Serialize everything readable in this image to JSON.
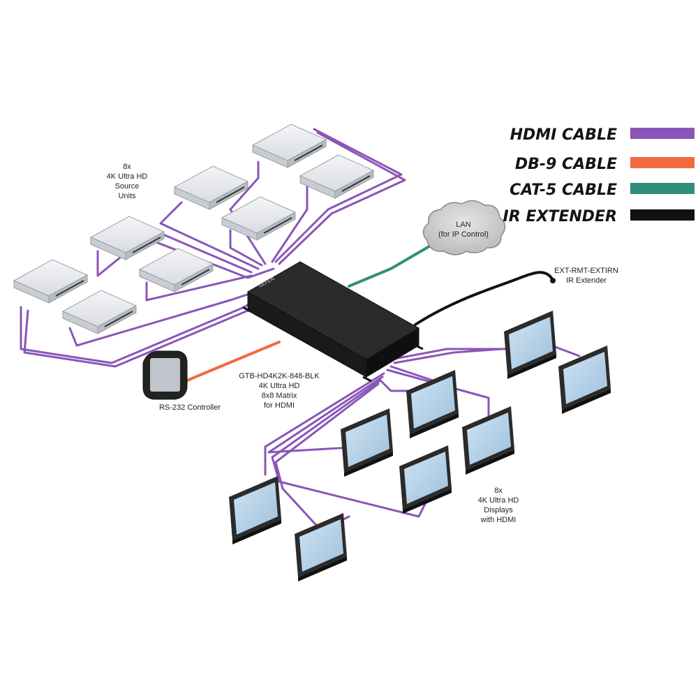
{
  "legend": [
    {
      "label": "HDMI CABLE",
      "color": "#8a55b8"
    },
    {
      "label": "DB-9 CABLE",
      "color": "#f26a3d"
    },
    {
      "label": "CAT-5 CABLE",
      "color": "#2f8f7a"
    },
    {
      "label": "IR EXTENDER",
      "color": "#111111"
    }
  ],
  "sources_label": [
    "8x",
    "4K Ultra HD",
    "Source",
    "Units"
  ],
  "lan_label": [
    "LAN",
    "(for IP Control)"
  ],
  "ir_label": [
    "EXT-RMT-EXTIRN",
    "IR Extender"
  ],
  "matrix_label": [
    "GTB-HD4K2K-848-BLK",
    "4K Ultra HD",
    "8x8 Matrix",
    "for HDMI"
  ],
  "matrix_brand": "GEFEN",
  "controller_label": "RS-232 Controller",
  "displays_label": [
    "8x",
    "4K Ultra HD",
    "Displays",
    "with HDMI"
  ]
}
